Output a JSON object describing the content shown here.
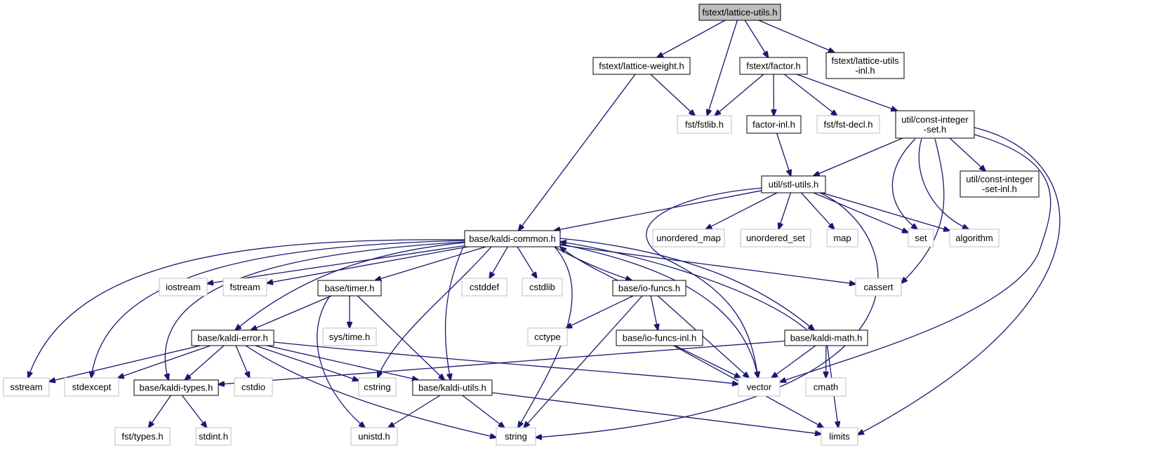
{
  "colors": {
    "edge": "#191970",
    "root_fill": "#bfbfbf",
    "external_border": "#bfbfbf",
    "node_border": "#000000"
  },
  "nodes": [
    {
      "id": "root",
      "kind": "root",
      "lines": [
        "fstext/lattice-utils.h"
      ]
    },
    {
      "id": "lw",
      "kind": "main",
      "lines": [
        "fstext/lattice-weight.h"
      ]
    },
    {
      "id": "factor",
      "kind": "main",
      "lines": [
        "fstext/factor.h"
      ]
    },
    {
      "id": "luinl",
      "kind": "main",
      "lines": [
        "fstext/lattice-utils",
        "-inl.h"
      ]
    },
    {
      "id": "fstlib",
      "kind": "ext",
      "lines": [
        "fst/fstlib.h"
      ]
    },
    {
      "id": "factorinl",
      "kind": "main",
      "lines": [
        "factor-inl.h"
      ]
    },
    {
      "id": "fstdecl",
      "kind": "ext",
      "lines": [
        "fst/fst-decl.h"
      ]
    },
    {
      "id": "cis",
      "kind": "main",
      "lines": [
        "util/const-integer",
        "-set.h"
      ]
    },
    {
      "id": "stl",
      "kind": "main",
      "lines": [
        "util/stl-utils.h"
      ]
    },
    {
      "id": "cisinl",
      "kind": "main",
      "lines": [
        "util/const-integer",
        "-set-inl.h"
      ]
    },
    {
      "id": "kc",
      "kind": "main",
      "lines": [
        "base/kaldi-common.h"
      ]
    },
    {
      "id": "umap",
      "kind": "ext",
      "lines": [
        "unordered_map"
      ]
    },
    {
      "id": "uset",
      "kind": "ext",
      "lines": [
        "unordered_set"
      ]
    },
    {
      "id": "map",
      "kind": "ext",
      "lines": [
        "map"
      ]
    },
    {
      "id": "set",
      "kind": "ext",
      "lines": [
        "set"
      ]
    },
    {
      "id": "algorithm",
      "kind": "ext",
      "lines": [
        "algorithm"
      ]
    },
    {
      "id": "iostream",
      "kind": "ext",
      "lines": [
        "iostream"
      ]
    },
    {
      "id": "fstream",
      "kind": "ext",
      "lines": [
        "fstream"
      ]
    },
    {
      "id": "timer",
      "kind": "main",
      "lines": [
        "base/timer.h"
      ]
    },
    {
      "id": "cstddef",
      "kind": "ext",
      "lines": [
        "cstddef"
      ]
    },
    {
      "id": "cstdlib",
      "kind": "ext",
      "lines": [
        "cstdlib"
      ]
    },
    {
      "id": "iof",
      "kind": "main",
      "lines": [
        "base/io-funcs.h"
      ]
    },
    {
      "id": "cassert",
      "kind": "ext",
      "lines": [
        "cassert"
      ]
    },
    {
      "id": "ke",
      "kind": "main",
      "lines": [
        "base/kaldi-error.h"
      ]
    },
    {
      "id": "systime",
      "kind": "ext",
      "lines": [
        "sys/time.h"
      ]
    },
    {
      "id": "cctype",
      "kind": "ext",
      "lines": [
        "cctype"
      ]
    },
    {
      "id": "iofinl",
      "kind": "main",
      "lines": [
        "base/io-funcs-inl.h"
      ]
    },
    {
      "id": "km",
      "kind": "main",
      "lines": [
        "base/kaldi-math.h"
      ]
    },
    {
      "id": "sstream",
      "kind": "ext",
      "lines": [
        "sstream"
      ]
    },
    {
      "id": "stdexcept",
      "kind": "ext",
      "lines": [
        "stdexcept"
      ]
    },
    {
      "id": "kt",
      "kind": "main",
      "lines": [
        "base/kaldi-types.h"
      ]
    },
    {
      "id": "cstdio",
      "kind": "ext",
      "lines": [
        "cstdio"
      ]
    },
    {
      "id": "cstring",
      "kind": "ext",
      "lines": [
        "cstring"
      ]
    },
    {
      "id": "ku",
      "kind": "main",
      "lines": [
        "base/kaldi-utils.h"
      ]
    },
    {
      "id": "vector",
      "kind": "ext",
      "lines": [
        "vector"
      ]
    },
    {
      "id": "cmath",
      "kind": "ext",
      "lines": [
        "cmath"
      ]
    },
    {
      "id": "fsttypes",
      "kind": "ext",
      "lines": [
        "fst/types.h"
      ]
    },
    {
      "id": "stdint",
      "kind": "ext",
      "lines": [
        "stdint.h"
      ]
    },
    {
      "id": "unistd",
      "kind": "ext",
      "lines": [
        "unistd.h"
      ]
    },
    {
      "id": "string",
      "kind": "ext",
      "lines": [
        "string"
      ]
    },
    {
      "id": "limits",
      "kind": "ext",
      "lines": [
        "limits"
      ]
    }
  ],
  "edges": [
    [
      "root",
      "lw"
    ],
    [
      "root",
      "fstlib"
    ],
    [
      "root",
      "factor"
    ],
    [
      "root",
      "luinl"
    ],
    [
      "lw",
      "fstlib"
    ],
    [
      "lw",
      "kc"
    ],
    [
      "factor",
      "fstlib"
    ],
    [
      "factor",
      "factorinl"
    ],
    [
      "factor",
      "fstdecl"
    ],
    [
      "factor",
      "cis"
    ],
    [
      "factorinl",
      "stl"
    ],
    [
      "cis",
      "stl"
    ],
    [
      "cis",
      "cisinl"
    ],
    [
      "cis",
      "set"
    ],
    [
      "cis",
      "algorithm"
    ],
    [
      "cis",
      "cassert"
    ],
    [
      "cis",
      "vector"
    ],
    [
      "cis",
      "limits"
    ],
    [
      "stl",
      "kc"
    ],
    [
      "stl",
      "umap"
    ],
    [
      "stl",
      "uset"
    ],
    [
      "stl",
      "map"
    ],
    [
      "stl",
      "set"
    ],
    [
      "stl",
      "algorithm"
    ],
    [
      "stl",
      "string"
    ],
    [
      "stl",
      "vector"
    ],
    [
      "kc",
      "iostream"
    ],
    [
      "kc",
      "fstream"
    ],
    [
      "kc",
      "timer"
    ],
    [
      "kc",
      "cstddef"
    ],
    [
      "kc",
      "cstdlib"
    ],
    [
      "kc",
      "iof"
    ],
    [
      "kc",
      "cassert"
    ],
    [
      "kc",
      "ke"
    ],
    [
      "kc",
      "sstream"
    ],
    [
      "kc",
      "stdexcept"
    ],
    [
      "kc",
      "kt"
    ],
    [
      "kc",
      "cstring"
    ],
    [
      "kc",
      "ku"
    ],
    [
      "kc",
      "vector"
    ],
    [
      "kc",
      "km"
    ],
    [
      "kc",
      "string"
    ],
    [
      "timer",
      "ke"
    ],
    [
      "timer",
      "systime"
    ],
    [
      "timer",
      "ku"
    ],
    [
      "timer",
      "unistd"
    ],
    [
      "iof",
      "kc"
    ],
    [
      "iof",
      "cctype"
    ],
    [
      "iof",
      "iofinl"
    ],
    [
      "iof",
      "vector"
    ],
    [
      "iof",
      "string"
    ],
    [
      "iofinl",
      "vector"
    ],
    [
      "iofinl",
      "limits"
    ],
    [
      "km",
      "kc"
    ],
    [
      "km",
      "kt"
    ],
    [
      "km",
      "vector"
    ],
    [
      "km",
      "cmath"
    ],
    [
      "km",
      "limits"
    ],
    [
      "ke",
      "sstream"
    ],
    [
      "ke",
      "stdexcept"
    ],
    [
      "ke",
      "kt"
    ],
    [
      "ke",
      "cstdio"
    ],
    [
      "ke",
      "cstring"
    ],
    [
      "ke",
      "ku"
    ],
    [
      "ke",
      "vector"
    ],
    [
      "ke",
      "string"
    ],
    [
      "kt",
      "fsttypes"
    ],
    [
      "kt",
      "stdint"
    ],
    [
      "ku",
      "unistd"
    ],
    [
      "ku",
      "string"
    ],
    [
      "ku",
      "limits"
    ]
  ]
}
